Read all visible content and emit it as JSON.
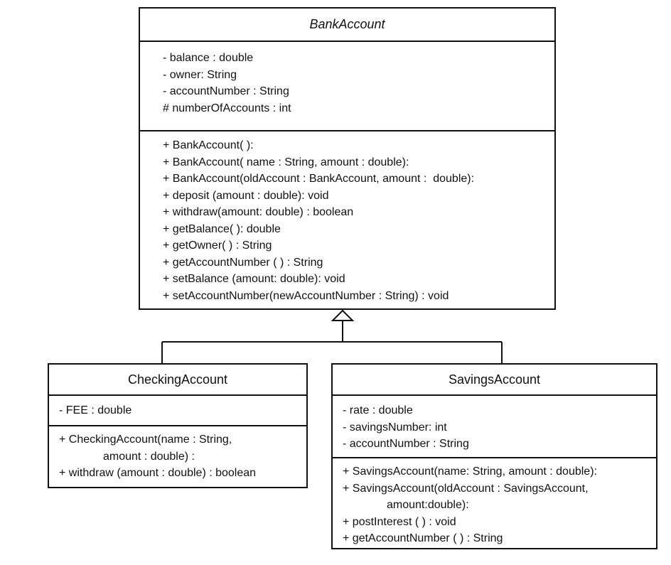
{
  "diagram": {
    "bank_account": {
      "name": "BankAccount",
      "attributes": [
        "- balance : double",
        "- owner: String",
        "- accountNumber : String",
        "# numberOfAccounts : int"
      ],
      "methods": [
        "+ BankAccount( ):",
        "+ BankAccount( name : String, amount : double):",
        "+ BankAccount(oldAccount : BankAccount, amount :  double):",
        "+ deposit (amount : double): void",
        "+ withdraw(amount: double) : boolean",
        "+ getBalance( ): double",
        "+ getOwner( ) : String",
        "+ getAccountNumber ( ) : String",
        "+ setBalance (amount: double): void",
        "+ setAccountNumber(newAccountNumber : String) : void"
      ]
    },
    "checking_account": {
      "name": "CheckingAccount",
      "attributes": [
        "- FEE : double"
      ],
      "methods": [
        "+ CheckingAccount(name : String,",
        "amount : double) :",
        "+ withdraw (amount : double) : boolean"
      ]
    },
    "savings_account": {
      "name": "SavingsAccount",
      "attributes": [
        "- rate : double",
        "- savingsNumber: int",
        "- accountNumber : String"
      ],
      "methods": [
        "+ SavingsAccount(name: String, amount : double):",
        "+ SavingsAccount(oldAccount : SavingsAccount,",
        "amount:double):",
        "+ postInterest ( ) : void",
        "+ getAccountNumber ( ) : String"
      ]
    }
  }
}
